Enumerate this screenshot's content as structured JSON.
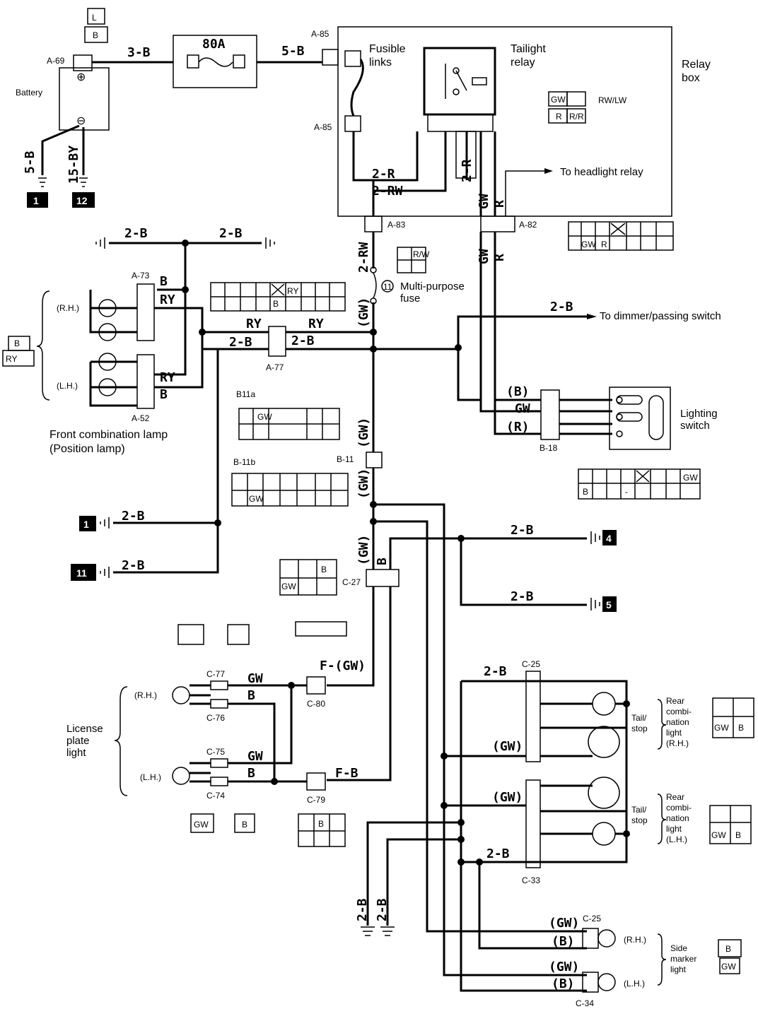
{
  "relay_box": {
    "title": "Relay box",
    "fusible_links": "Fusible links",
    "tailight_relay": "Tailight relay",
    "rw_lw": "RW/LW",
    "to_headlight": "To headlight relay"
  },
  "battery": {
    "label": "Battery",
    "connector": "A-69",
    "top_code": "L",
    "top_code2": "B"
  },
  "fuse_80a": "80A",
  "multi_fuse": {
    "num": "11",
    "label": "Multi-purpose fuse"
  },
  "switch": {
    "label": "Lighting switch",
    "to_dimmer": "To dimmer/passing switch"
  },
  "front_lamp": {
    "title": "Front combination lamp",
    "sub": "(Position lamp)"
  },
  "license": {
    "label": "License plate light"
  },
  "rear_rh": {
    "label": "Rear combi- nation light (R.H.)",
    "tail": "Tail/ stop"
  },
  "rear_lh": {
    "label": "Rear combi- nation light (L.H.)",
    "tail": "Tail/ stop"
  },
  "side": {
    "label": "Side marker light"
  },
  "side_labels": {
    "rh": "(R.H.)",
    "lh": "(L.H.)"
  },
  "lamp_labels": {
    "rh": "(R.H.)",
    "lh": "(L.H.)"
  },
  "grounds": {
    "g1": "1",
    "g12": "12",
    "g11": "11",
    "g4": "4",
    "g5": "5"
  },
  "wires": {
    "w_3b": "3-B",
    "w_5b": "5-B",
    "w_5b_v": "5-B",
    "w_15by": "15-BY",
    "w_2r": "2-R",
    "w_2rw": "2-RW",
    "w_2r_v": "2-R",
    "w_gw_v": "GW",
    "w_r_v": "R",
    "w_2b_a": "2-B",
    "w_2b_b": "2-B",
    "w_2rw_v": "2-RW",
    "w_gw_a": "(GW)",
    "w_b_1": "B",
    "w_ry_1": "RY",
    "w_ry_2": "RY",
    "w_ry_3": "RY",
    "w_2b_c": "2-B",
    "w_2b_d": "2-B",
    "w_ry_4": "RY",
    "w_b_2": "B",
    "w_2b_e": "2-B",
    "w_b_sw": "(B)",
    "w_gw_sw": "GW",
    "w_r_sw": "(R)",
    "w_gw_b": "(GW)",
    "w_gw_c": "(GW)",
    "w_2b_f": "2-B",
    "w_2b_g": "2-B",
    "w_gw_d": "(GW)",
    "w_b_3": "B",
    "w_2b_h": "2-B",
    "w_2b_i": "2-B",
    "w_gw_e": "GW",
    "w_b_4": "B",
    "w_fgw": "F-(GW)",
    "w_gw_f": "GW",
    "w_b_5": "B",
    "w_fb": "F-B",
    "w_2b_j": "2-B",
    "w_gw_g": "(GW)",
    "w_gw_h": "(GW)",
    "w_2b_k": "2-B",
    "w_2b_l": "2-B",
    "w_2b_m": "2-B",
    "w_gw_i": "(GW)",
    "w_b_6": "(B)",
    "w_gw_j": "(GW)",
    "w_b_7": "(B)",
    "w_gw_k": "GW",
    "w_r_k": "R"
  },
  "connectors": {
    "a85a": "A-85",
    "a85b": "A-85",
    "a83": "A-83",
    "a82": "A-82",
    "a73": "A-73",
    "a77": "A-77",
    "a52": "A-52",
    "b11a": "B11a",
    "b11b": "B-11b",
    "b11": "B-11",
    "b18": "B-18",
    "c27": "C-27",
    "c77": "C-77",
    "c76": "C-76",
    "c80": "C-80",
    "c75": "C-75",
    "c74": "C-74",
    "c79": "C-79",
    "c25": "C-25",
    "c33": "C-33",
    "c25b": "C-25",
    "c34": "C-34"
  },
  "pins": {
    "gw": "GW",
    "r": "R",
    "rr": "R/R",
    "b": "B",
    "ry": "RY",
    "rw": "R/W",
    "dash": "-"
  }
}
